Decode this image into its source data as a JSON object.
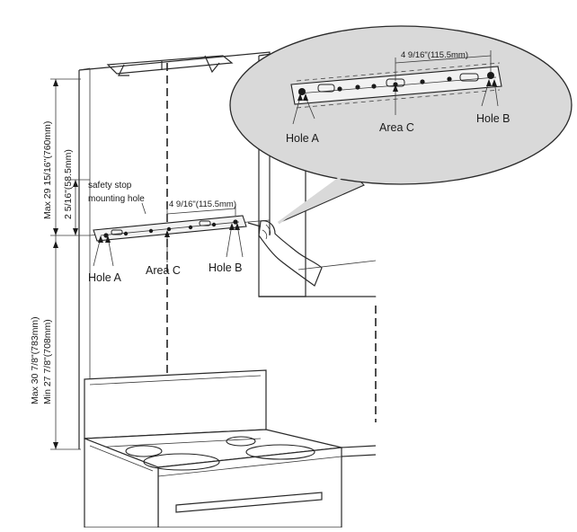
{
  "labels": {
    "max_height": "Max 29 15/16\"(760mm)",
    "stop_offset": "2 5/16\"(58.5mm)",
    "lower_max": "Max 30 7/8\"(783mm)",
    "lower_min": "Min  27 7/8\"(708mm)",
    "safety_stop_line1": "safety stop",
    "safety_stop_line2": "mounting hole",
    "spacing": "4 9/16\"(115.5mm)",
    "hole_a": "Hole A",
    "area_c": "Area C",
    "hole_b": "Hole B"
  },
  "zoom": {
    "spacing": "4 9/16\"(115.5mm)",
    "hole_a": "Hole A",
    "area_c": "Area C",
    "hole_b": "Hole B"
  },
  "colors": {
    "line": "#2a2a2a",
    "bubble_fill": "#d9d9d9",
    "shade": "#e6e6e6"
  }
}
